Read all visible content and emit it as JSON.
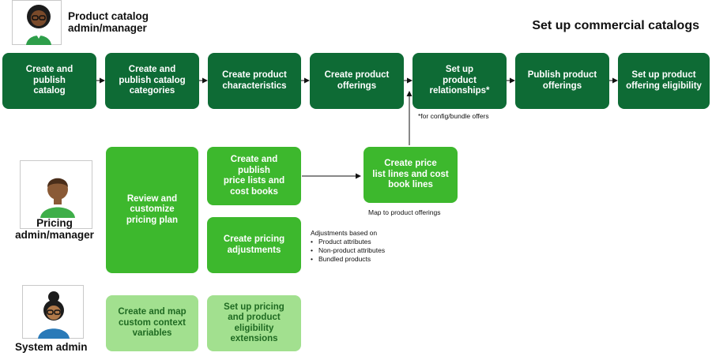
{
  "title": "Set up commercial catalogs",
  "personas": {
    "catalog": "Product catalog\nadmin/manager",
    "pricing": "Pricing\nadmin/manager",
    "system": "System admin"
  },
  "catalog_flow": [
    "Create and\npublish\ncatalog",
    "Create and\npublish catalog\ncategories",
    "Create product\ncharacteristics",
    "Create product\nofferings",
    "Set up\nproduct\nrelationships*",
    "Publish product\nofferings",
    "Set up product\noffering eligibility"
  ],
  "notes": {
    "config_bundle": "*for config/bundle offers",
    "map_offerings": "Map to product offerings"
  },
  "pricing": {
    "review_plan": "Review and\ncustomize\npricing plan",
    "price_lists": "Create and\npublish\nprice lists and\ncost books",
    "price_lines": "Create price\nlist lines and cost\nbook lines",
    "adjustments": "Create pricing\nadjustments",
    "adjustments_heading": "Adjustments based on",
    "adjustments_items": [
      "Product attributes",
      "Non-product attributes",
      "Bundled products"
    ]
  },
  "system": {
    "context_vars": "Create and map\ncustom context\nvariables",
    "extensions": "Set up pricing\nand product\neligibility\nextensions"
  },
  "colors": {
    "dark_green": "#0e6b35",
    "mid_green": "#3db82d",
    "light_green": "#a2e08f",
    "light_text": "#1f6a22"
  }
}
